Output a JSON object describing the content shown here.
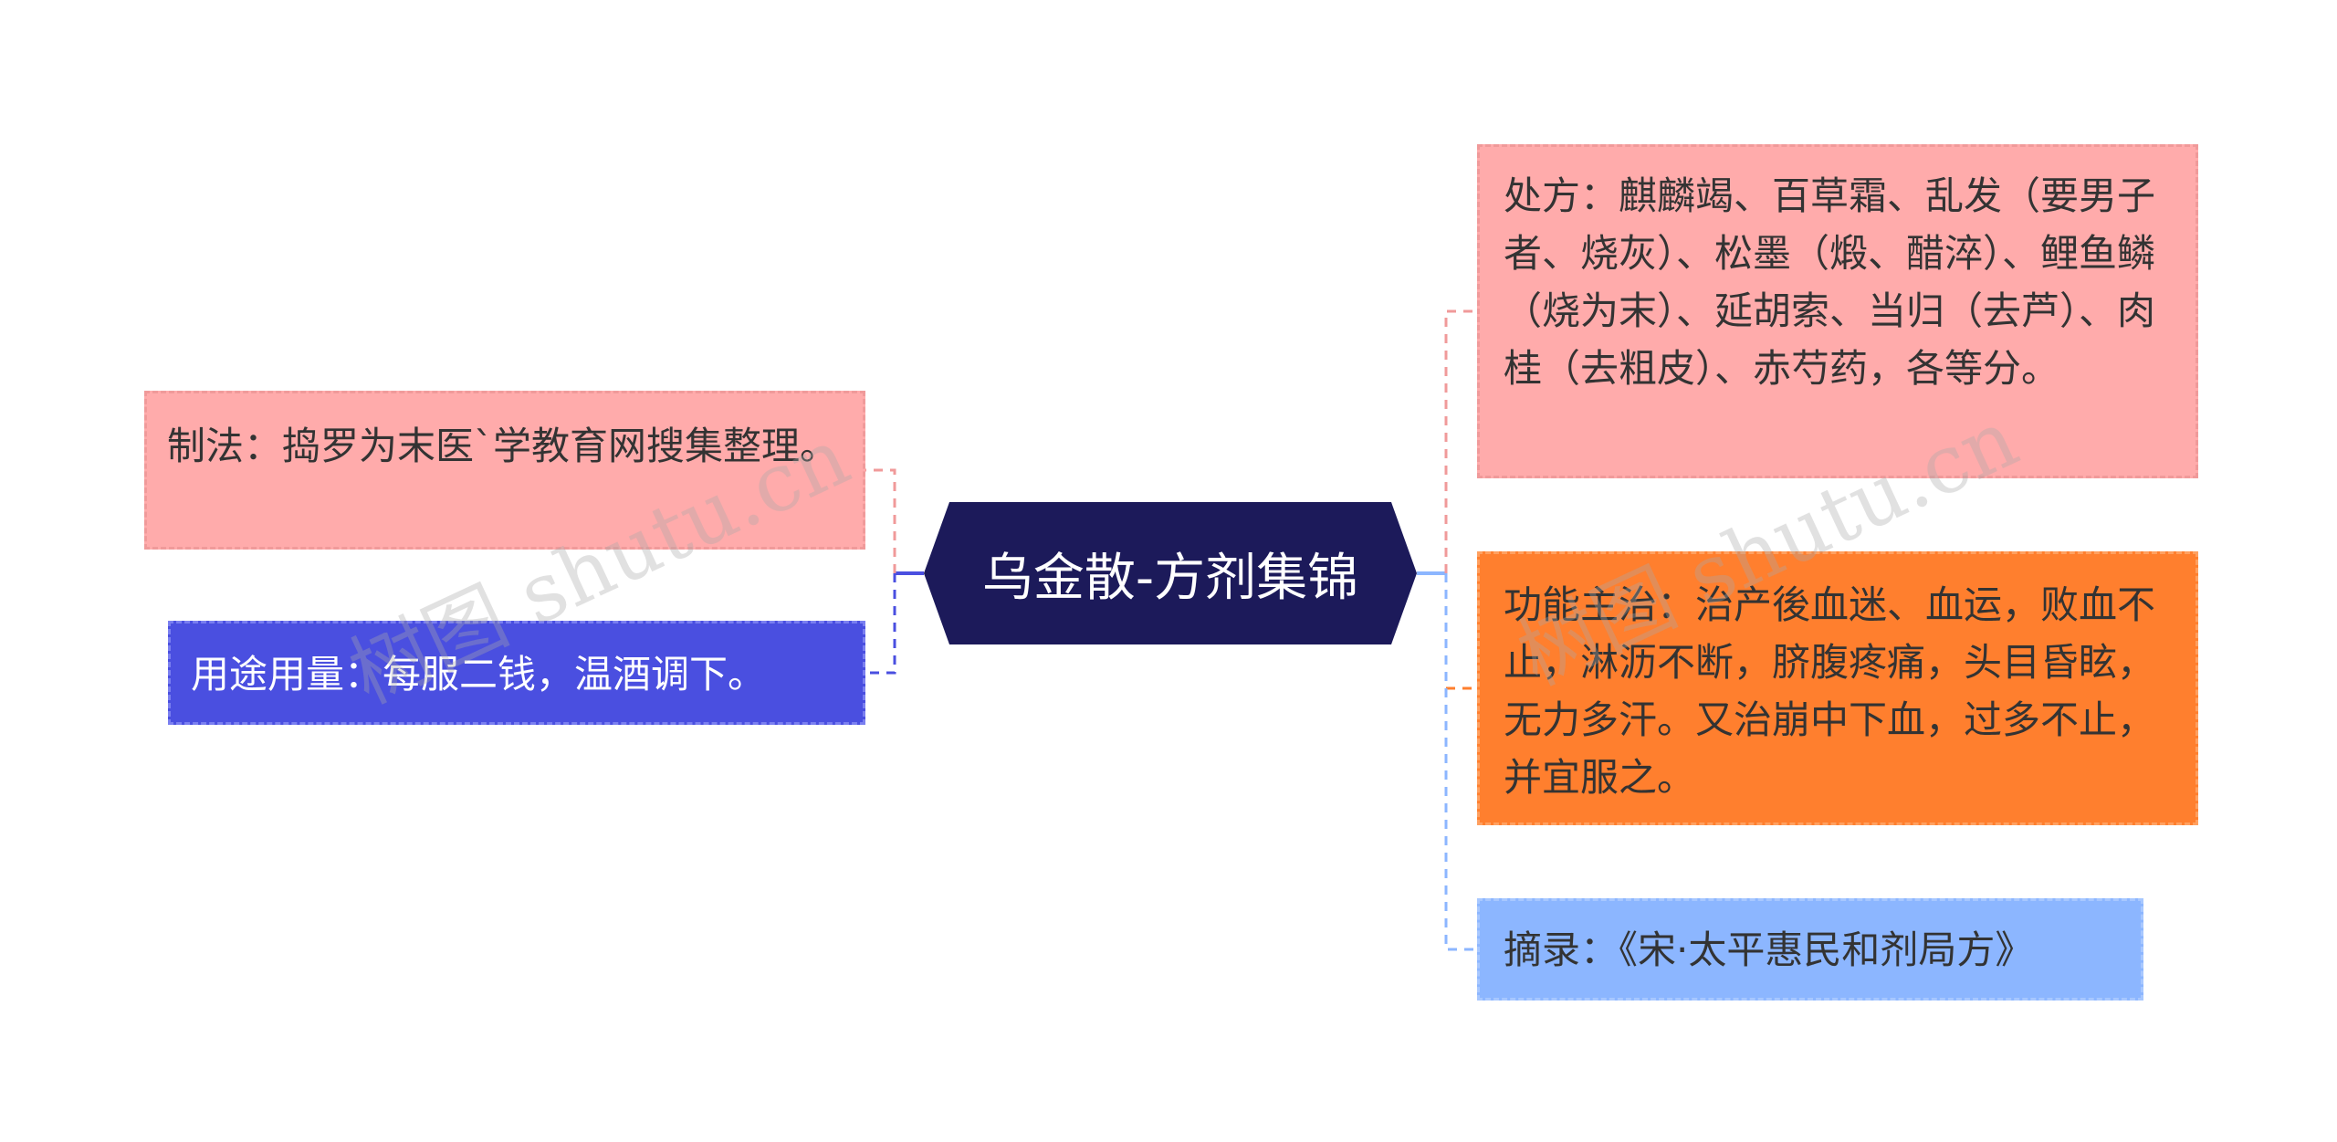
{
  "root": {
    "label": "乌金散-方剂集锦"
  },
  "nodes": {
    "zhifa": "制法：捣罗为末医`学教育网搜集整理。",
    "yongtu": "用途用量：每服二钱，温酒调下。",
    "chufang": "处方：麒麟竭、百草霜、乱发（要男子者、烧灰）、松墨（煅、醋淬）、鲤鱼鳞（烧为末）、延胡索、当归（去芦）、肉桂（去粗皮）、赤芍药，各等分。",
    "gongneng": "功能主治：治产後血迷、血运，败血不止，淋沥不断，脐腹疼痛，头目昏眩，无力多汗。又治崩中下血，过多不止，并宜服之。",
    "zhailu": "摘录：《宋·太平惠民和剂局方》"
  },
  "watermark": [
    "树图 shutu.cn",
    "树图 shutu.cn"
  ],
  "colors": {
    "root": "#1c1a5a",
    "pink": "#ffabab",
    "blue_dark": "#4a4fe0",
    "orange": "#ff7f2e",
    "blue_light": "#8cb6ff"
  }
}
